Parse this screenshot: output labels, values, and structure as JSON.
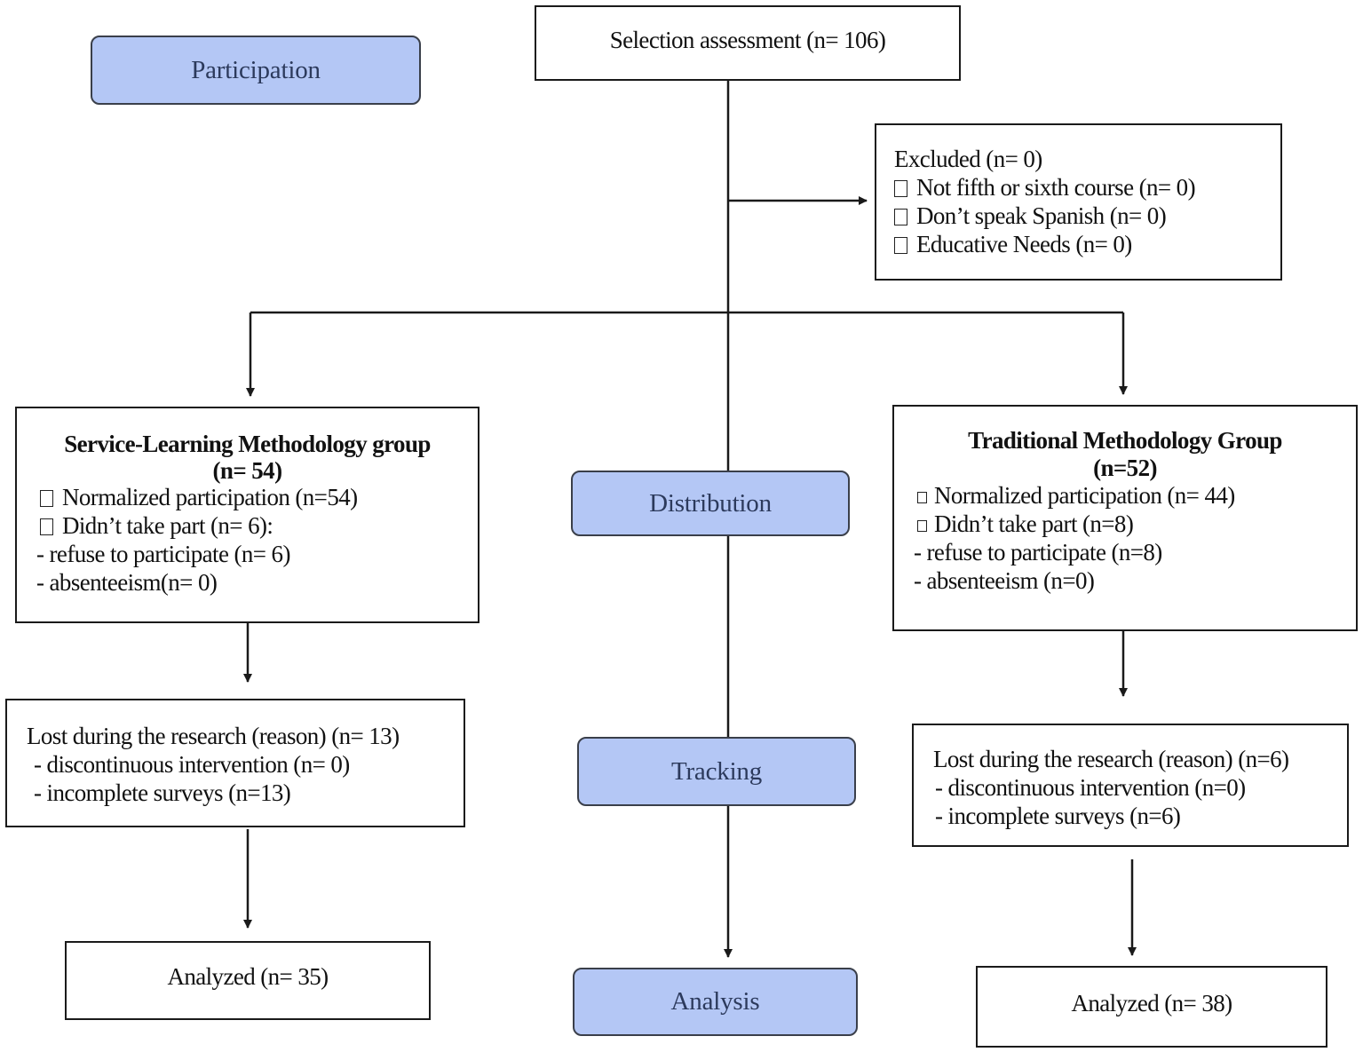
{
  "colors": {
    "stage_fill": "#b4c7f5",
    "stage_text": "#2c3a5c",
    "line": "#1a1a1a"
  },
  "stages": {
    "participation": "Participation",
    "distribution": "Distribution",
    "tracking": "Tracking",
    "analysis": "Analysis"
  },
  "selection": {
    "label": "Selection assessment (n= 106)"
  },
  "excluded": {
    "title": "Excluded (n= 0)",
    "items": [
      "Not fifth or sixth course (n= 0)",
      "Don’t speak Spanish (n= 0)",
      "Educative Needs (n= 0)"
    ]
  },
  "left_group": {
    "title": "Service-Learning Methodology group",
    "count": "(n= 54)",
    "checks": [
      "Normalized participation (n=54)",
      "Didn’t take part (n= 6):"
    ],
    "details": [
      "- refuse to participate (n= 6)",
      "- absenteeism(n= 0)"
    ]
  },
  "right_group": {
    "title": "Traditional Methodology Group",
    "count": "(n=52)",
    "checks": [
      "Normalized participation (n= 44)",
      "Didn’t take part (n=8)"
    ],
    "details": [
      "- refuse to participate (n=8)",
      "- absenteeism (n=0)"
    ]
  },
  "left_lost": {
    "lines": [
      "Lost during the research (reason) (n= 13)",
      "- discontinuous intervention (n= 0)",
      "- incomplete surveys (n=13)"
    ]
  },
  "right_lost": {
    "lines": [
      "Lost during the research (reason) (n=6)",
      "- discontinuous intervention (n=0)",
      "- incomplete surveys (n=6)"
    ]
  },
  "left_analyzed": {
    "label": "Analyzed (n= 35)"
  },
  "right_analyzed": {
    "label": "Analyzed (n= 38)"
  }
}
